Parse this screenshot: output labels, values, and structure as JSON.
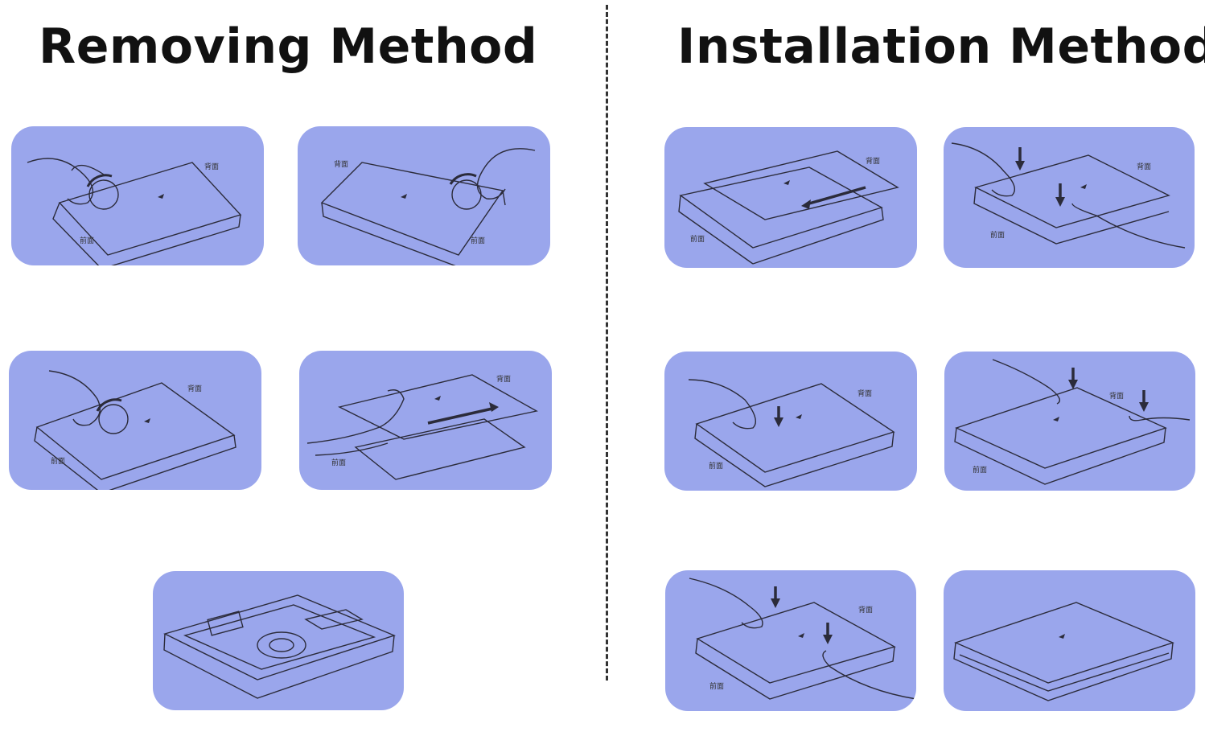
{
  "removing": {
    "title": "Removing Method",
    "steps": [
      {
        "id": "r1",
        "back_label": "背面",
        "front_label": "前面"
      },
      {
        "id": "r2",
        "back_label": "背面",
        "front_label": "前面"
      },
      {
        "id": "r3",
        "back_label": "背面",
        "front_label": "前面"
      },
      {
        "id": "r4",
        "back_label": "背面",
        "front_label": "前面"
      },
      {
        "id": "r5"
      }
    ]
  },
  "installation": {
    "title": "Installation Method",
    "steps": [
      {
        "id": "i1",
        "back_label": "背面",
        "front_label": "前面"
      },
      {
        "id": "i2",
        "back_label": "背面",
        "front_label": "前面"
      },
      {
        "id": "i3",
        "back_label": "背面",
        "front_label": "前面"
      },
      {
        "id": "i4",
        "back_label": "背面",
        "front_label": "前面"
      },
      {
        "id": "i5",
        "back_label": "背面",
        "front_label": "前面"
      },
      {
        "id": "i6"
      }
    ]
  },
  "colors": {
    "panel": "#9aa6ec",
    "line": "#2b2b3a",
    "text": "#111111",
    "divider": "#333333"
  }
}
